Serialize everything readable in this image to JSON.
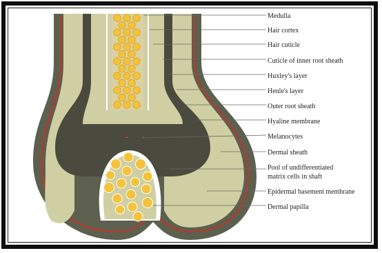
{
  "labels": [
    "Medulla",
    "Hair cortex",
    "Hair cuticle",
    "Cuticle of inner root sheath",
    "Huxley's layer",
    "Henle's layer",
    "Outer root sheath",
    "Hyaline membrane",
    "Melanocytes",
    "Dermal sheath",
    "Pool of undifferentiated",
    "matrix cells in shaft",
    "Epidermal basement membrane",
    "Dermal papilla"
  ],
  "colors": {
    "outer_tissue": "#5d5f4f",
    "root_sheath": "#cfcfa3",
    "medulla_core": "#d8d2a5",
    "hair_cell": "#f4c33a",
    "membrane_red": "#b73a2b",
    "matrix_dark": "#4a4b3e",
    "leader_line": "#666666"
  }
}
